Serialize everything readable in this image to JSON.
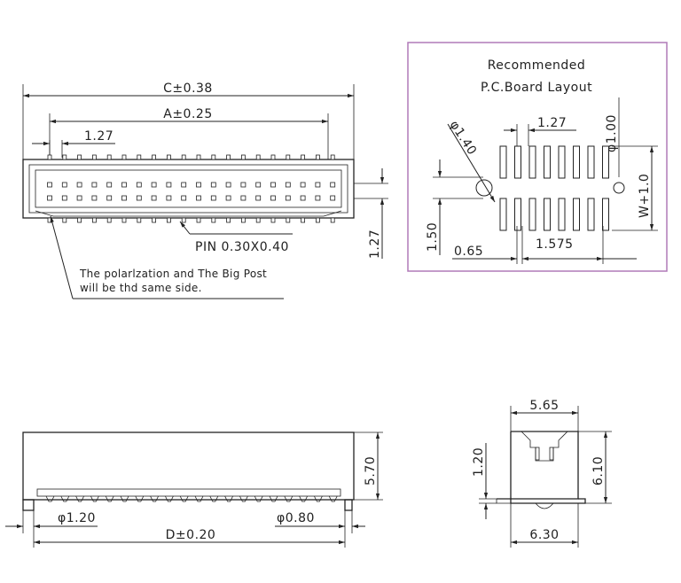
{
  "top_view": {
    "dim_c": "C±0.38",
    "dim_a": "A±0.25",
    "dim_pitch": "1.27",
    "dim_pin": "PIN 0.30X0.40",
    "dim_right": "1.27",
    "note_line1": "The polarlzation and The Big Post",
    "note_line2": "will be thd same side."
  },
  "layout": {
    "title_line1": "Recommended",
    "title_line2": "P.C.Board Layout",
    "dim_hole_large": "φ1.40",
    "dim_pitch": "1.27",
    "dim_hole_small": "φ1.00",
    "dim_w": "W+1.0",
    "dim_150": "1.50",
    "dim_065": "0.65",
    "dim_1575": "1.575"
  },
  "front_view": {
    "dim_height": "5.70",
    "dim_post_large": "φ1.20",
    "dim_d": "D±0.20",
    "dim_post_small": "φ0.80"
  },
  "side_view": {
    "dim_top": "5.65",
    "dim_height": "6.10",
    "dim_120": "1.20",
    "dim_bottom": "6.30"
  }
}
